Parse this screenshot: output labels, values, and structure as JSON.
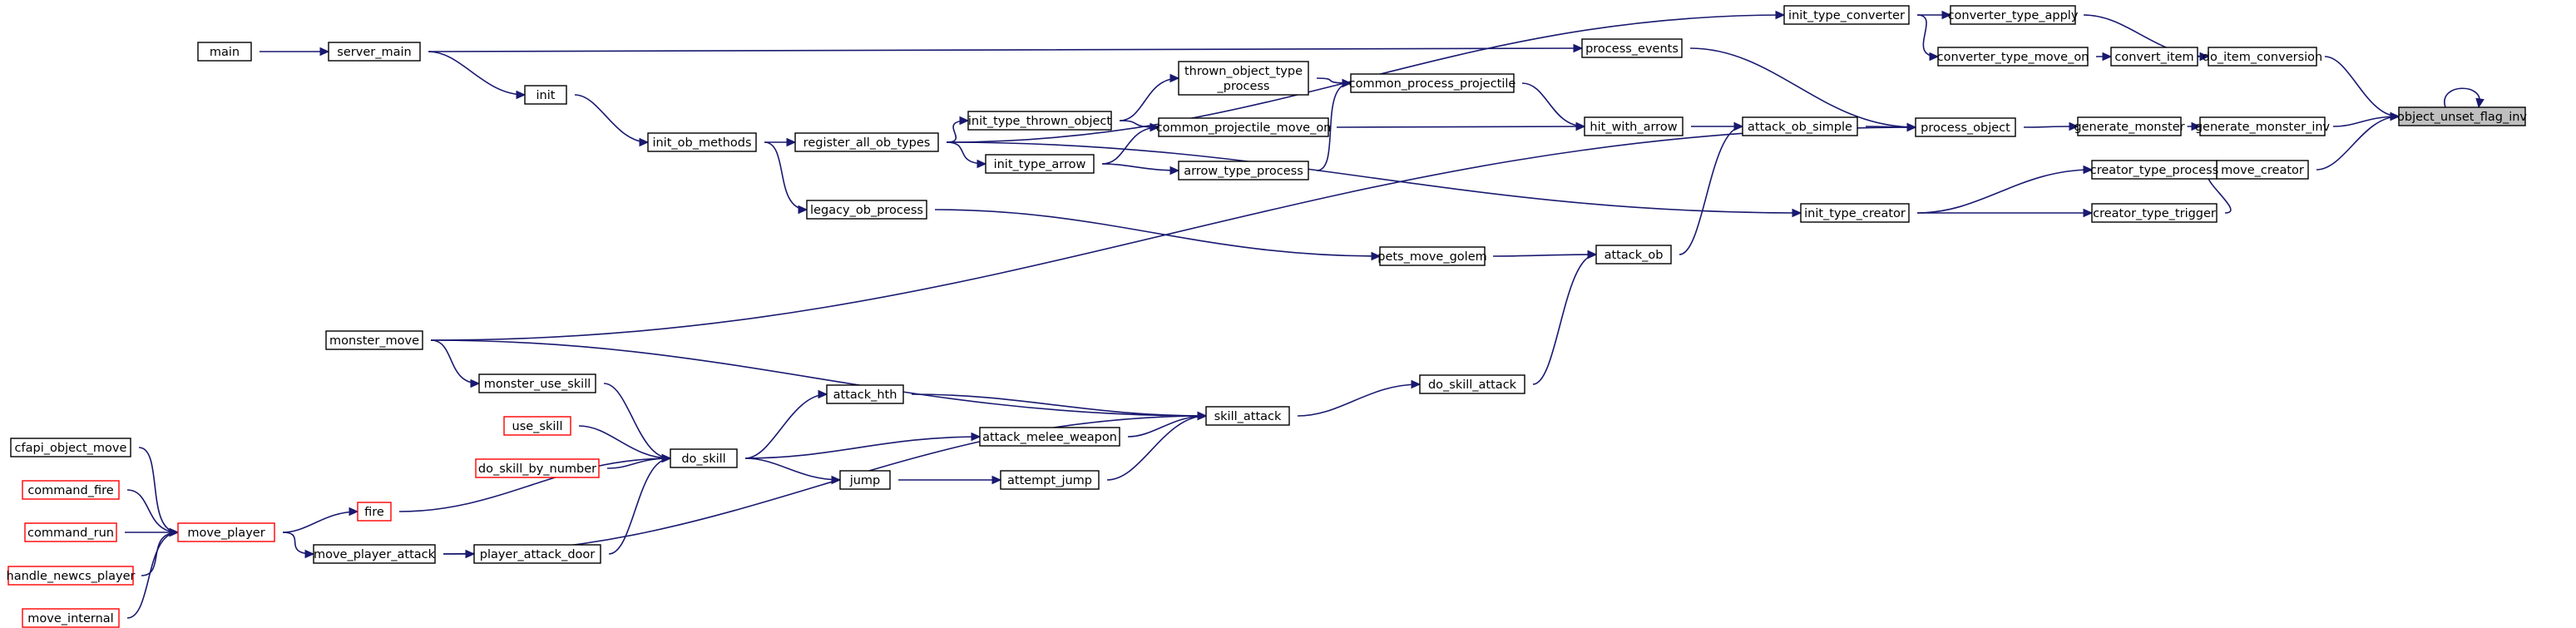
{
  "nodes": [
    {
      "id": "object_unset_flag_inv",
      "label": "object_unset_flag_inv",
      "highlight": true
    },
    {
      "id": "do_item_conversion",
      "label": "do_item_conversion"
    },
    {
      "id": "generate_monster_inv",
      "label": "generate_monster_inv"
    },
    {
      "id": "move_creator",
      "label": "move_creator"
    },
    {
      "id": "converter_type_apply",
      "label": "converter_type_apply"
    },
    {
      "id": "convert_item",
      "label": "convert_item"
    },
    {
      "id": "generate_monster",
      "label": "generate_monster"
    },
    {
      "id": "creator_type_process",
      "label": "creator_type_process"
    },
    {
      "id": "creator_type_trigger",
      "label": "creator_type_trigger"
    },
    {
      "id": "init_type_converter",
      "label": "init_type_converter"
    },
    {
      "id": "converter_type_move_on",
      "label": "converter_type_move_on"
    },
    {
      "id": "process_object",
      "label": "process_object"
    },
    {
      "id": "init_type_creator",
      "label": "init_type_creator"
    },
    {
      "id": "process_events",
      "label": "process_events"
    },
    {
      "id": "attack_ob_simple",
      "label": "attack_ob_simple"
    },
    {
      "id": "hit_with_arrow",
      "label": "hit_with_arrow"
    },
    {
      "id": "attack_ob",
      "label": "attack_ob"
    },
    {
      "id": "common_process_projectile",
      "label": "common_process_projectile"
    },
    {
      "id": "pets_move_golem",
      "label": "pets_move_golem"
    },
    {
      "id": "do_skill_attack",
      "label": "do_skill_attack"
    },
    {
      "id": "thrown_object_type_process",
      "label": "thrown_object_type\n_process"
    },
    {
      "id": "common_projectile_move_on",
      "label": "common_projectile_move_on"
    },
    {
      "id": "arrow_type_process",
      "label": "arrow_type_process"
    },
    {
      "id": "init_type_thrown_object",
      "label": "init_type_thrown_object"
    },
    {
      "id": "init_type_arrow",
      "label": "init_type_arrow"
    },
    {
      "id": "register_all_ob_types",
      "label": "register_all_ob_types"
    },
    {
      "id": "legacy_ob_process",
      "label": "legacy_ob_process"
    },
    {
      "id": "init_ob_methods",
      "label": "init_ob_methods"
    },
    {
      "id": "init",
      "label": "init"
    },
    {
      "id": "server_main",
      "label": "server_main"
    },
    {
      "id": "main",
      "label": "main"
    },
    {
      "id": "skill_attack",
      "label": "skill_attack"
    },
    {
      "id": "attack_hth",
      "label": "attack_hth"
    },
    {
      "id": "attack_melee_weapon",
      "label": "attack_melee_weapon"
    },
    {
      "id": "attempt_jump",
      "label": "attempt_jump"
    },
    {
      "id": "jump",
      "label": "jump"
    },
    {
      "id": "do_skill",
      "label": "do_skill"
    },
    {
      "id": "monster_use_skill",
      "label": "monster_use_skill"
    },
    {
      "id": "monster_move",
      "label": "monster_move"
    },
    {
      "id": "use_skill",
      "label": "use_skill",
      "truncated": true
    },
    {
      "id": "do_skill_by_number",
      "label": "do_skill_by_number",
      "truncated": true
    },
    {
      "id": "player_attack_door",
      "label": "player_attack_door"
    },
    {
      "id": "fire",
      "label": "fire",
      "truncated": true
    },
    {
      "id": "move_player_attack",
      "label": "move_player_attack"
    },
    {
      "id": "move_player",
      "label": "move_player",
      "truncated": true
    },
    {
      "id": "cfapi_object_move",
      "label": "cfapi_object_move"
    },
    {
      "id": "command_fire",
      "label": "command_fire",
      "truncated": true
    },
    {
      "id": "command_run",
      "label": "command_run",
      "truncated": true
    },
    {
      "id": "handle_newcs_player",
      "label": "handle_newcs_player",
      "truncated": true
    },
    {
      "id": "move_internal",
      "label": "move_internal",
      "truncated": true
    }
  ],
  "edges": [
    {
      "from": "object_unset_flag_inv",
      "to": "object_unset_flag_inv"
    },
    {
      "from": "object_unset_flag_inv",
      "to": "do_item_conversion"
    },
    {
      "from": "object_unset_flag_inv",
      "to": "generate_monster_inv"
    },
    {
      "from": "object_unset_flag_inv",
      "to": "move_creator"
    },
    {
      "from": "do_item_conversion",
      "to": "converter_type_apply"
    },
    {
      "from": "do_item_conversion",
      "to": "convert_item"
    },
    {
      "from": "generate_monster_inv",
      "to": "generate_monster"
    },
    {
      "from": "move_creator",
      "to": "creator_type_process"
    },
    {
      "from": "move_creator",
      "to": "creator_type_trigger"
    },
    {
      "from": "converter_type_apply",
      "to": "init_type_converter"
    },
    {
      "from": "convert_item",
      "to": "converter_type_move_on"
    },
    {
      "from": "converter_type_move_on",
      "to": "init_type_converter"
    },
    {
      "from": "generate_monster",
      "to": "process_object"
    },
    {
      "from": "creator_type_process",
      "to": "init_type_creator"
    },
    {
      "from": "creator_type_trigger",
      "to": "init_type_creator"
    },
    {
      "from": "init_type_converter",
      "to": "register_all_ob_types"
    },
    {
      "from": "init_type_creator",
      "to": "register_all_ob_types"
    },
    {
      "from": "process_object",
      "to": "process_events"
    },
    {
      "from": "process_object",
      "to": "attack_ob_simple"
    },
    {
      "from": "process_object",
      "to": "monster_move"
    },
    {
      "from": "process_events",
      "to": "server_main"
    },
    {
      "from": "attack_ob_simple",
      "to": "hit_with_arrow"
    },
    {
      "from": "attack_ob_simple",
      "to": "attack_ob"
    },
    {
      "from": "hit_with_arrow",
      "to": "common_process_projectile"
    },
    {
      "from": "hit_with_arrow",
      "to": "common_projectile_move_on"
    },
    {
      "from": "common_process_projectile",
      "to": "thrown_object_type_process"
    },
    {
      "from": "common_process_projectile",
      "to": "arrow_type_process"
    },
    {
      "from": "thrown_object_type_process",
      "to": "init_type_thrown_object"
    },
    {
      "from": "common_projectile_move_on",
      "to": "init_type_thrown_object"
    },
    {
      "from": "common_projectile_move_on",
      "to": "init_type_arrow"
    },
    {
      "from": "arrow_type_process",
      "to": "init_type_arrow"
    },
    {
      "from": "init_type_thrown_object",
      "to": "register_all_ob_types"
    },
    {
      "from": "init_type_arrow",
      "to": "register_all_ob_types"
    },
    {
      "from": "register_all_ob_types",
      "to": "init_ob_methods"
    },
    {
      "from": "legacy_ob_process",
      "to": "init_ob_methods"
    },
    {
      "from": "init_ob_methods",
      "to": "init"
    },
    {
      "from": "init",
      "to": "server_main"
    },
    {
      "from": "server_main",
      "to": "main"
    },
    {
      "from": "attack_ob",
      "to": "pets_move_golem"
    },
    {
      "from": "attack_ob",
      "to": "do_skill_attack"
    },
    {
      "from": "pets_move_golem",
      "to": "legacy_ob_process"
    },
    {
      "from": "do_skill_attack",
      "to": "skill_attack"
    },
    {
      "from": "skill_attack",
      "to": "monster_move"
    },
    {
      "from": "skill_attack",
      "to": "attack_hth"
    },
    {
      "from": "skill_attack",
      "to": "attack_melee_weapon"
    },
    {
      "from": "skill_attack",
      "to": "attempt_jump"
    },
    {
      "from": "skill_attack",
      "to": "move_player_attack"
    },
    {
      "from": "attack_hth",
      "to": "do_skill"
    },
    {
      "from": "attack_melee_weapon",
      "to": "do_skill"
    },
    {
      "from": "attempt_jump",
      "to": "jump"
    },
    {
      "from": "jump",
      "to": "do_skill"
    },
    {
      "from": "do_skill",
      "to": "monster_use_skill"
    },
    {
      "from": "do_skill",
      "to": "use_skill"
    },
    {
      "from": "do_skill",
      "to": "do_skill_by_number"
    },
    {
      "from": "do_skill",
      "to": "fire"
    },
    {
      "from": "do_skill",
      "to": "player_attack_door"
    },
    {
      "from": "monster_use_skill",
      "to": "monster_move"
    },
    {
      "from": "player_attack_door",
      "to": "move_player_attack"
    },
    {
      "from": "fire",
      "to": "move_player"
    },
    {
      "from": "move_player_attack",
      "to": "move_player"
    },
    {
      "from": "move_player",
      "to": "cfapi_object_move"
    },
    {
      "from": "move_player",
      "to": "command_fire"
    },
    {
      "from": "move_player",
      "to": "command_run"
    },
    {
      "from": "move_player",
      "to": "handle_newcs_player"
    },
    {
      "from": "move_player",
      "to": "move_internal"
    }
  ]
}
